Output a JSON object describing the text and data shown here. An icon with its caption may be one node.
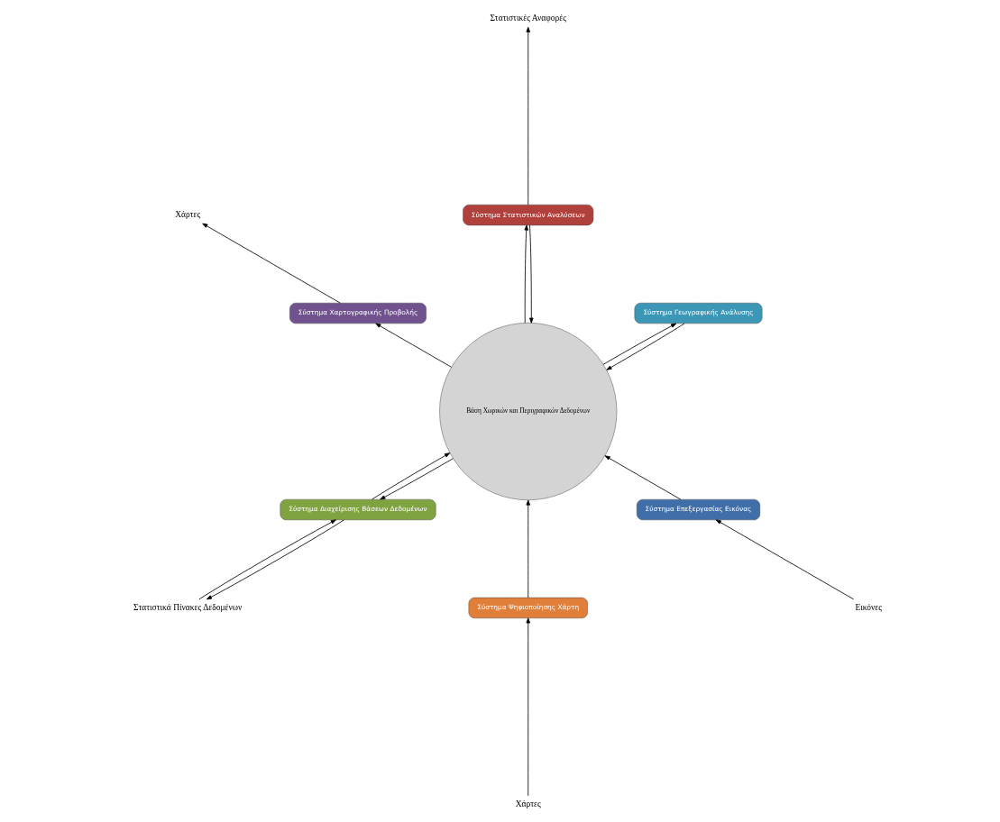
{
  "diagram": {
    "nodes": [
      {
        "text": [
          "Χάρτες"
        ]
      },
      {
        "text": [
          "Εικόνες"
        ]
      },
      {
        "text": [
          "Σύστημα Ψηφιοποίησης Χάρτη"
        ]
      },
      {
        "text": [
          "Σύστημα Επεξεργασίας Εικόνας"
        ]
      },
      {
        "text": [
          "Σύστημα Γεωγραφικής Ανάλυσης"
        ]
      },
      {
        "text": [
          "Βάση Χωρικών και Περιγραφικών Δεδομένων"
        ]
      },
      {
        "text": [
          "Σύστημα Στατιστικών Αναλύσεων"
        ]
      },
      {
        "text": [
          "Στατιστικές Αναφορές"
        ]
      },
      {
        "text": [
          "Σύστημα Χαρτογραφικής Προβολής"
        ]
      },
      {
        "text": [
          "Σύστημα Διαχείρισης Βάσεων Δεδομένων"
        ]
      },
      {
        "text": [
          "Χάρτες"
        ]
      },
      {
        "text": [
          "Στατιστικά Πίνακες Δεδομένων"
        ]
      }
    ],
    "edges": [
      {
        "from": 0,
        "to": 2,
        "arrow": "to"
      },
      {
        "from": 1,
        "to": 3,
        "arrow": "to"
      },
      {
        "from": 2,
        "to": 5,
        "arrow": "to"
      },
      {
        "from": 3,
        "to": 5,
        "arrow": "to"
      },
      {
        "from": 5,
        "to": 4,
        "arrow": "to"
      },
      {
        "from": 4,
        "to": 5,
        "arrow": "to"
      },
      {
        "from": 6,
        "to": 5,
        "arrow": "to"
      },
      {
        "from": 5,
        "to": 6,
        "arrow": "to"
      },
      {
        "from": 6,
        "to": 7,
        "arrow": "to"
      },
      {
        "from": 5,
        "to": 8,
        "arrow": "to"
      },
      {
        "from": 5,
        "to": 9,
        "arrow": "to"
      },
      {
        "from": 9,
        "to": 5,
        "arrow": "to"
      },
      {
        "from": 8,
        "to": 10,
        "arrow": "to"
      },
      {
        "from": 11,
        "to": 9,
        "arrow": "to"
      },
      {
        "from": 9,
        "to": 11,
        "arrow": "to"
      }
    ]
  }
}
